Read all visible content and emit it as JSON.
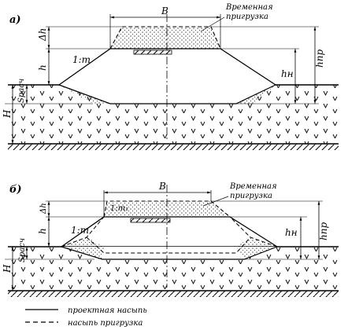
{
  "panel_a": {
    "tag": "а)",
    "width_label": "B",
    "surcharge_label_1": "Временная",
    "surcharge_label_2": "пригрузка",
    "dh": "Δh",
    "h": "h",
    "slope": "1:m",
    "hn": "hн",
    "hpr": "hпр",
    "H": "H",
    "s_calc": "Sрасч"
  },
  "panel_b": {
    "tag": "б)",
    "width_label": "B",
    "surcharge_label_1": "Временная",
    "surcharge_label_2": "пригрузка",
    "dh": "Δh",
    "h": "h",
    "slope": "1:m",
    "slope1": "1:m₁",
    "hn": "hн",
    "hpr": "hпр",
    "H": "H",
    "s_calc": "Sрасч"
  },
  "legend": {
    "solid": "проектная насыпь",
    "dashed": "насыпь пригрузка"
  }
}
